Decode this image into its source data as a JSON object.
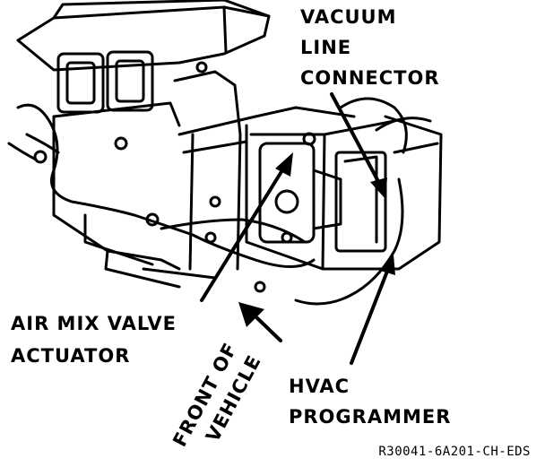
{
  "labels": {
    "vacuum_line_connector": [
      "VACUUM",
      "LINE",
      "CONNECTOR"
    ],
    "air_mix_valve_actuator": [
      "AIR MIX VALVE",
      "ACTUATOR"
    ],
    "front_of_vehicle": [
      "FRONT OF",
      "VEHICLE"
    ],
    "hvac_programmer": [
      "HVAC",
      "PROGRAMMER"
    ]
  },
  "figure_code": "R30041-6A201-CH-EDS",
  "colors": {
    "ink": "#000000",
    "paper": "#ffffff"
  }
}
